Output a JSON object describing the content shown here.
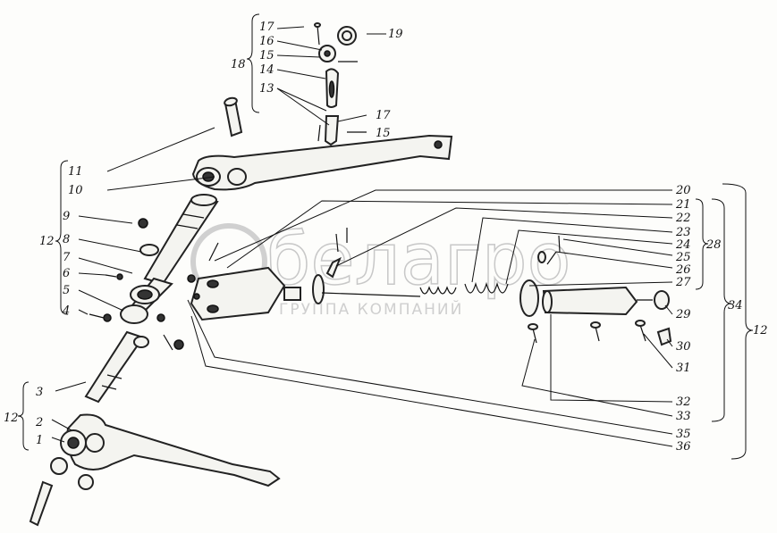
{
  "watermark": {
    "brand": "белагро",
    "sub": "ГРУППА КОМПАНИЙ"
  },
  "labels": [
    "1",
    "2",
    "3",
    "4",
    "5",
    "6",
    "7",
    "8",
    "9",
    "10",
    "11",
    "12",
    "12",
    "12",
    "12",
    "13",
    "14",
    "15",
    "15",
    "16",
    "17",
    "17",
    "18",
    "19",
    "20",
    "21",
    "22",
    "23",
    "24",
    "25",
    "26",
    "27",
    "28",
    "29",
    "30",
    "31",
    "32",
    "33",
    "34",
    "35",
    "36"
  ]
}
